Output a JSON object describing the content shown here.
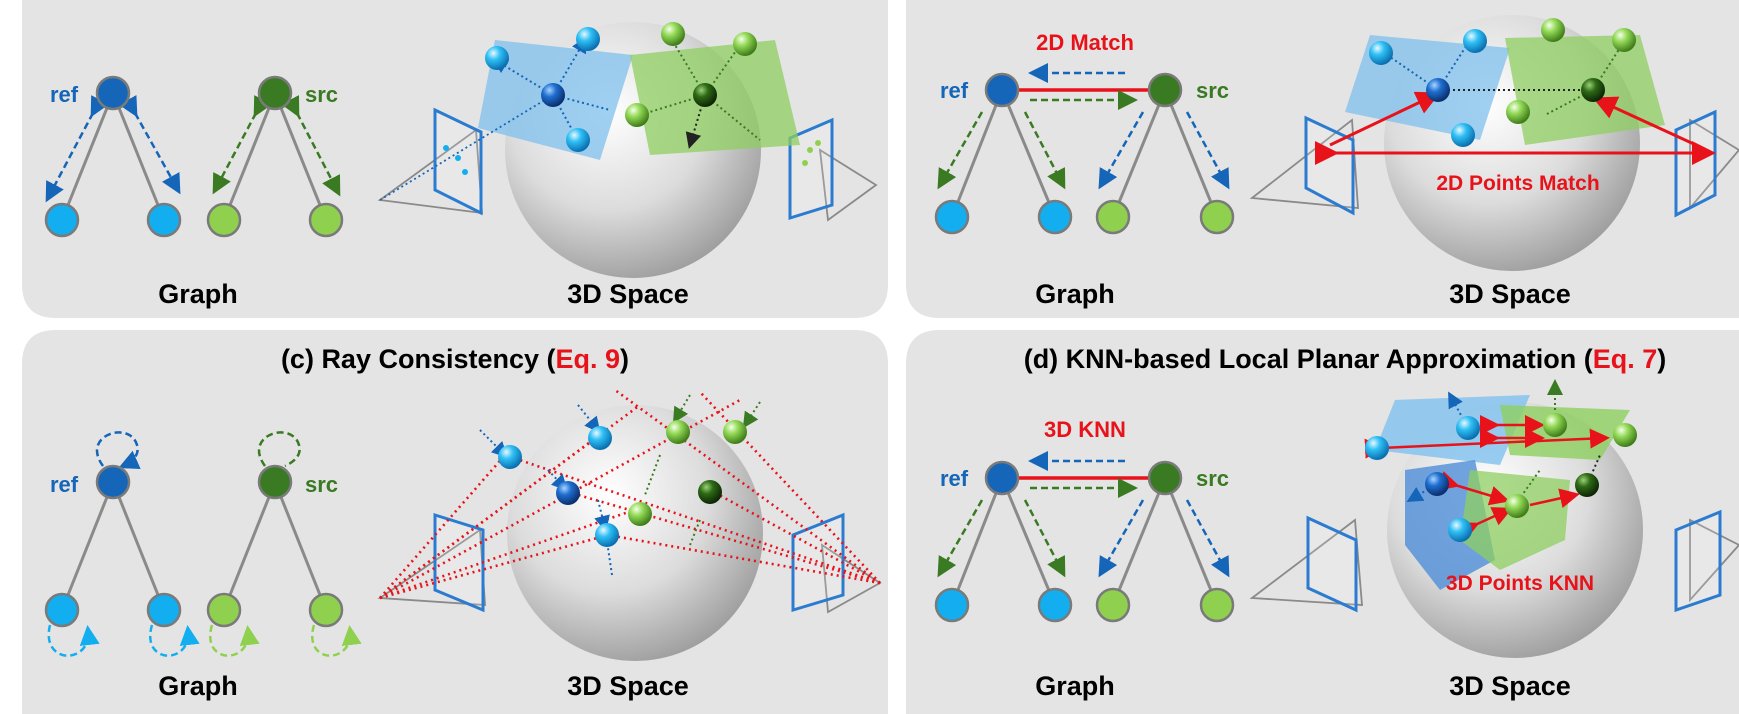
{
  "panels": [
    {
      "id": "a",
      "title": "",
      "graph_label": "Graph",
      "space_label": "3D Space",
      "ref_label": "ref",
      "src_label": "src"
    },
    {
      "id": "b",
      "title": "",
      "graph_label": "Graph",
      "space_label": "3D Space",
      "ref_label": "ref",
      "src_label": "src",
      "match_label": "2D Match",
      "points_label": "2D Points Match"
    },
    {
      "id": "c",
      "title_prefix": "(c) Ray Consistency (",
      "title_eq": "Eq. 9",
      "title_suffix": ")",
      "graph_label": "Graph",
      "space_label": "3D Space",
      "ref_label": "ref",
      "src_label": "src"
    },
    {
      "id": "d",
      "title_prefix": "(d) KNN-based Local Planar Approximation (",
      "title_eq": "Eq. 7",
      "title_suffix": ")",
      "graph_label": "Graph",
      "space_label": "3D Space",
      "ref_label": "ref",
      "src_label": "src",
      "match_label": "3D KNN",
      "points_label": "3D Points KNN"
    }
  ],
  "colors": {
    "ref_blue": "#1565b8",
    "ref_child": "#12aef0",
    "src_green": "#3a7a22",
    "src_child": "#8fd14f",
    "accent_red": "#e8131a",
    "panel_bg": "#e4e4e4"
  }
}
